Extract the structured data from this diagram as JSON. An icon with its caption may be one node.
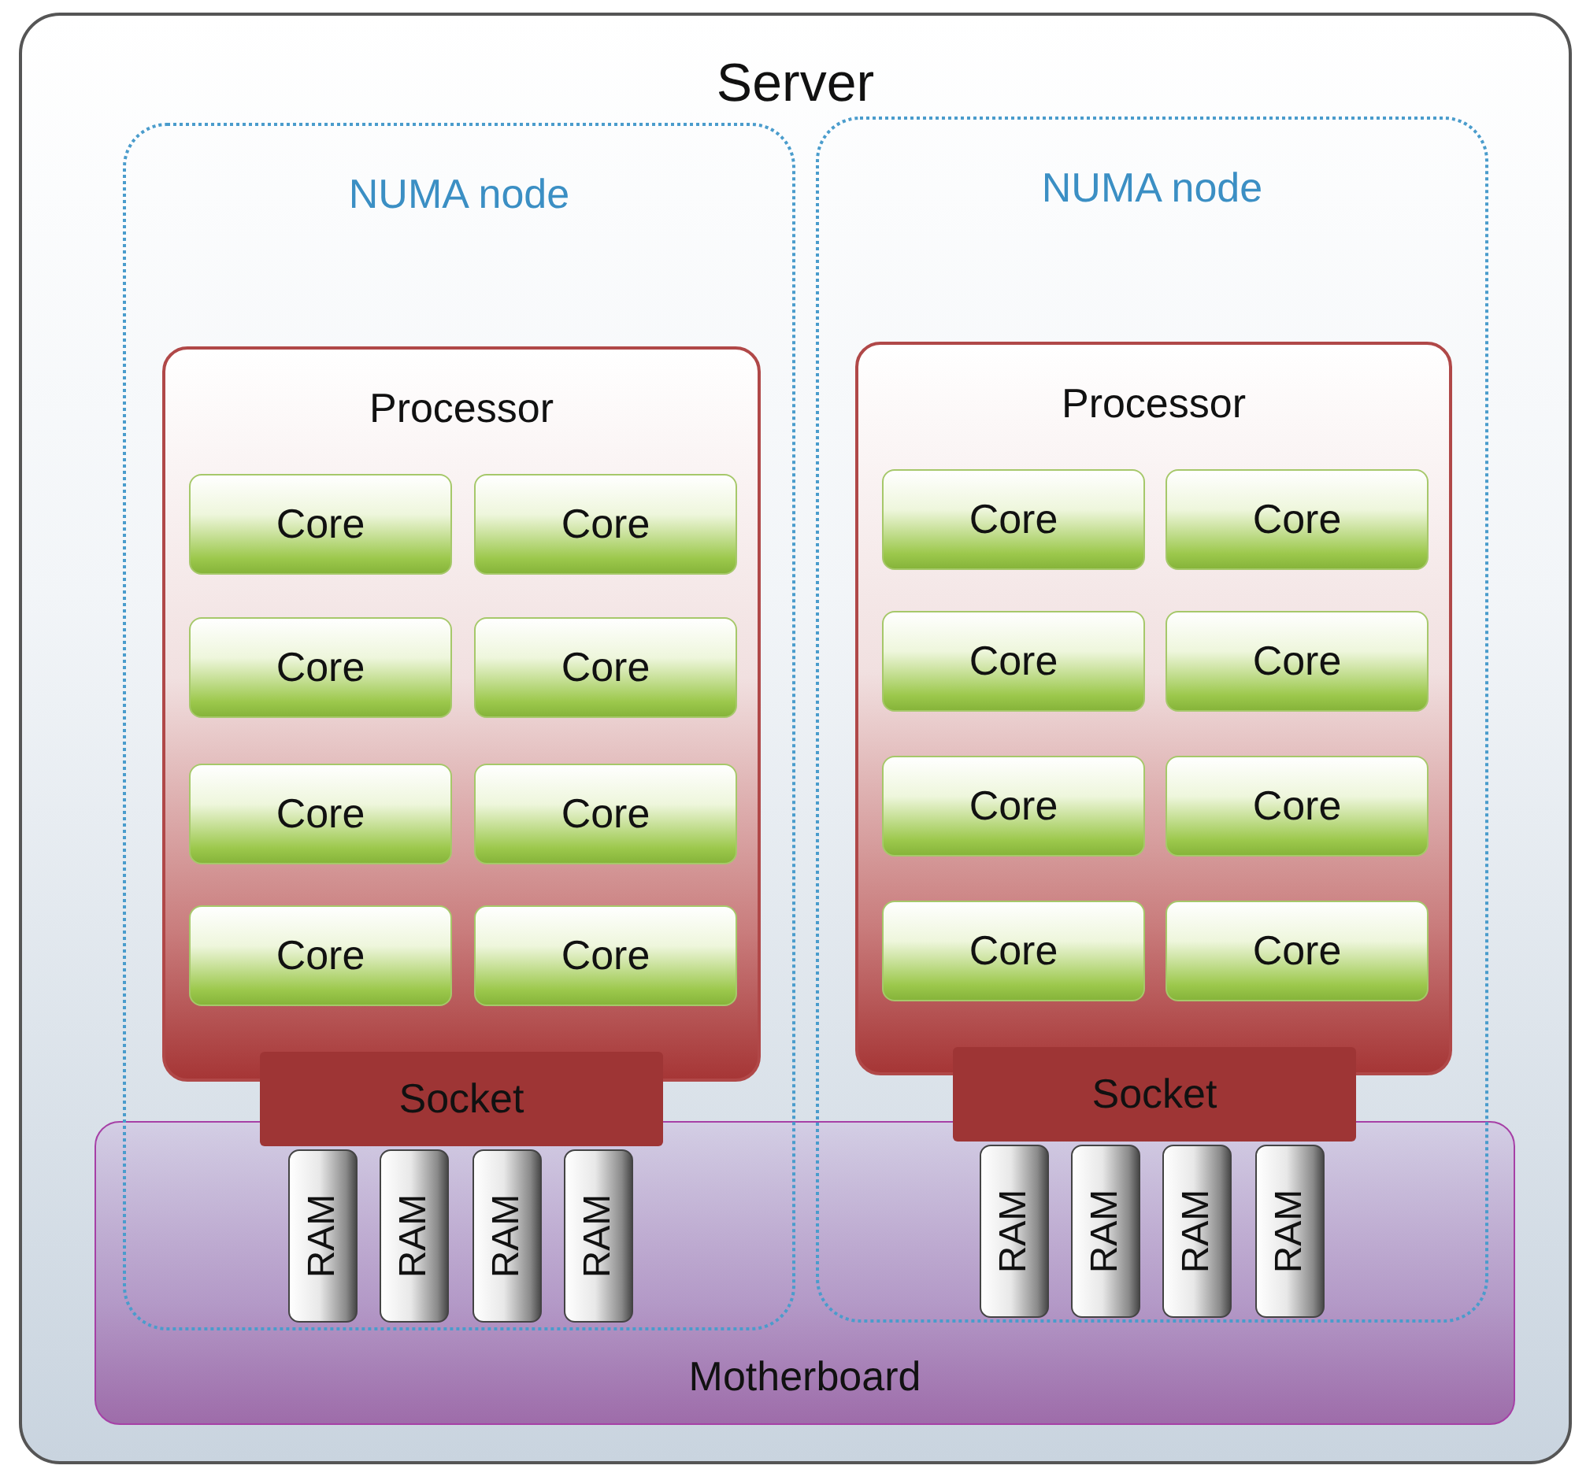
{
  "diagram": {
    "nodes": [
      {
        "text": [
          "Server"
        ]
      },
      {
        "text": [
          "NUMA node"
        ],
        "in": 0
      },
      {
        "text": [
          "Processor"
        ],
        "in": 1
      },
      {
        "text": [
          "Core"
        ],
        "in": 2
      },
      {
        "text": [
          "Core"
        ],
        "in": 2
      },
      {
        "text": [
          "Core"
        ],
        "in": 2
      },
      {
        "text": [
          "Core"
        ],
        "in": 2
      },
      {
        "text": [
          "Core"
        ],
        "in": 2
      },
      {
        "text": [
          "Core"
        ],
        "in": 2
      },
      {
        "text": [
          "Core"
        ],
        "in": 2
      },
      {
        "text": [
          "Core"
        ],
        "in": 2
      },
      {
        "text": [
          "Socket"
        ],
        "in": 1
      },
      {
        "text": [
          "RAM"
        ]
      },
      {
        "text": [
          "RAM"
        ]
      },
      {
        "text": [
          "RAM"
        ]
      },
      {
        "text": [
          "RAM"
        ]
      },
      {
        "text": [
          "NUMA node"
        ],
        "in": 0
      },
      {
        "text": [
          "Processor"
        ],
        "in": 16
      },
      {
        "text": [
          "Core"
        ],
        "in": 17
      },
      {
        "text": [
          "Core"
        ],
        "in": 17
      },
      {
        "text": [
          "Core"
        ],
        "in": 17
      },
      {
        "text": [
          "Core"
        ],
        "in": 17
      },
      {
        "text": [
          "Core"
        ],
        "in": 17
      },
      {
        "text": [
          "Core"
        ],
        "in": 17
      },
      {
        "text": [
          "Core"
        ],
        "in": 17
      },
      {
        "text": [
          "Core"
        ],
        "in": 17
      },
      {
        "text": [
          "Socket"
        ],
        "in": 16
      },
      {
        "text": [
          "RAM"
        ]
      },
      {
        "text": [
          "RAM"
        ]
      },
      {
        "text": [
          "RAM"
        ]
      },
      {
        "text": [
          "RAM"
        ]
      },
      {
        "text": [
          "Motherboard"
        ],
        "in": 0
      }
    ]
  }
}
